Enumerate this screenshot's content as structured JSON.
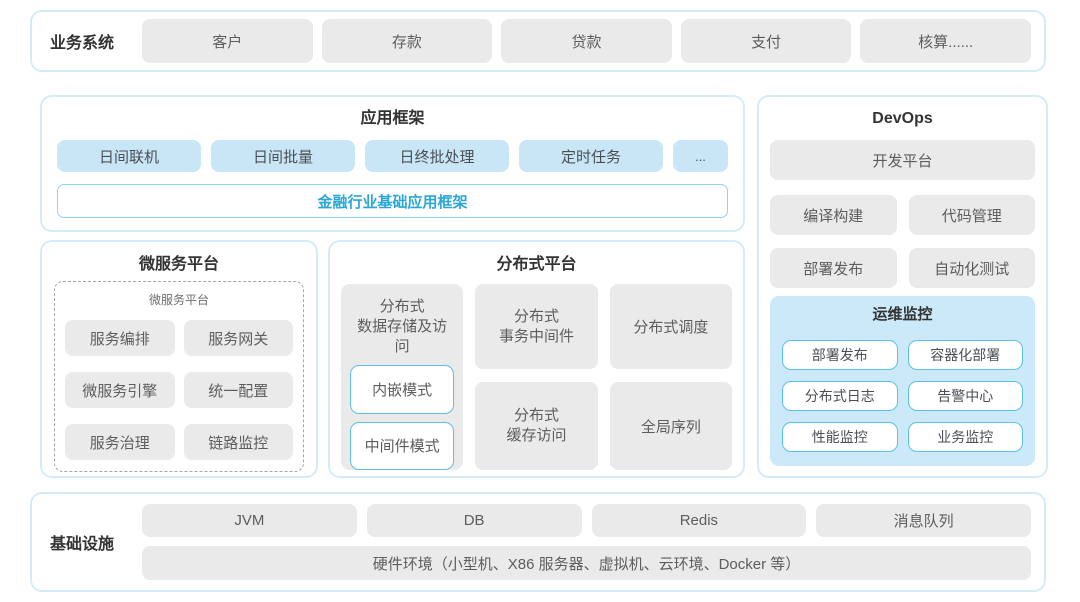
{
  "colors": {
    "container_border": "#d2edf8",
    "gray_box": "#eaeaea",
    "blue_box": "#c9e6f7",
    "ops_panel": "#cbe9f8",
    "cyan_border": "#5bc1e8",
    "cyan_text": "#2aa7d6",
    "title_text": "#333333",
    "box_text": "#5d5d5d"
  },
  "business": {
    "label": "业务系统",
    "items": [
      "客户",
      "存款",
      "贷款",
      "支付",
      "核算......"
    ]
  },
  "app_framework": {
    "title": "应用框架",
    "items": [
      "日间联机",
      "日间批量",
      "日终批处理",
      "定时任务",
      "..."
    ],
    "base": "金融行业基础应用框架"
  },
  "devops": {
    "title": "DevOps",
    "platform": "开发平台",
    "items": [
      "编译构建",
      "代码管理",
      "部署发布",
      "自动化测试"
    ],
    "ops": {
      "title": "运维监控",
      "items": [
        "部署发布",
        "容器化部署",
        "分布式日志",
        "告警中心",
        "性能监控",
        "业务监控"
      ]
    }
  },
  "microservice": {
    "title": "微服务平台",
    "inner_title": "微服务平台",
    "items": [
      "服务编排",
      "服务网关",
      "微服务引擎",
      "统一配置",
      "服务治理",
      "链路监控"
    ]
  },
  "distributed": {
    "title": "分布式平台",
    "storage": {
      "label": "分布式\n数据存储及访问",
      "modes": [
        "内嵌模式",
        "中间件模式"
      ]
    },
    "items": [
      "分布式\n事务中间件",
      "分布式调度",
      "分布式\n缓存访问",
      "全局序列"
    ]
  },
  "infrastructure": {
    "label": "基础设施",
    "items": [
      "JVM",
      "DB",
      "Redis",
      "消息队列"
    ],
    "hardware": "硬件环境（小型机、X86 服务器、虚拟机、云环境、Docker 等）"
  }
}
